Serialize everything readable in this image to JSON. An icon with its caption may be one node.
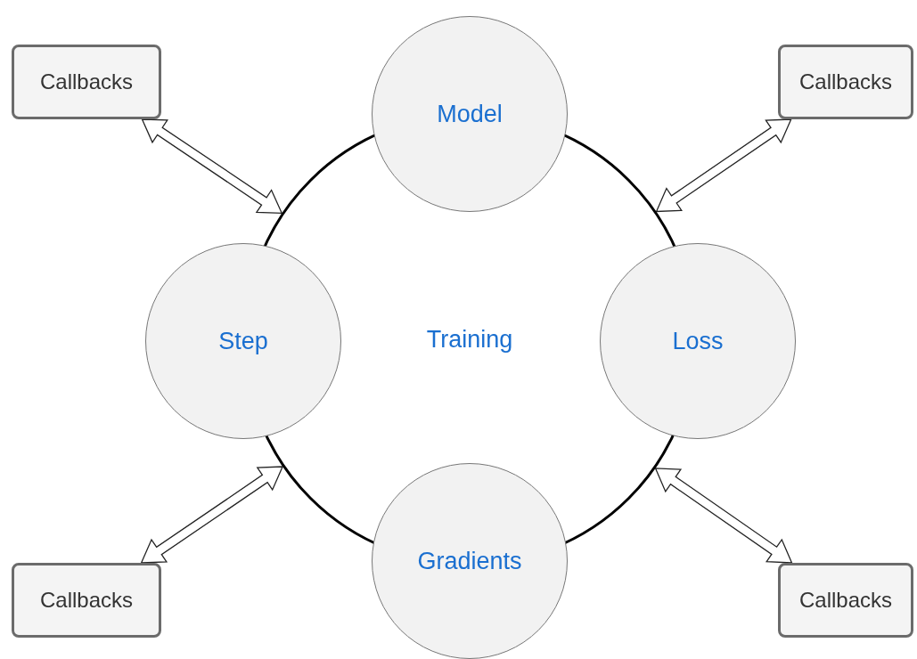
{
  "diagram": {
    "nodes": [
      {
        "text": [
          "Training"
        ]
      },
      {
        "text": [
          "Model"
        ]
      },
      {
        "text": [
          "Step"
        ]
      },
      {
        "text": [
          "Loss"
        ]
      },
      {
        "text": [
          "Gradients"
        ]
      },
      {
        "text": [
          "Callbacks"
        ]
      },
      {
        "text": [
          "Callbacks"
        ]
      },
      {
        "text": [
          "Callbacks"
        ]
      },
      {
        "text": [
          "Callbacks"
        ]
      }
    ],
    "edges": [
      {
        "from": 5,
        "to": 0,
        "arrow": "both"
      },
      {
        "from": 6,
        "to": 0,
        "arrow": "both"
      },
      {
        "from": 7,
        "to": 0,
        "arrow": "both"
      },
      {
        "from": 8,
        "to": 0,
        "arrow": "both"
      }
    ]
  }
}
